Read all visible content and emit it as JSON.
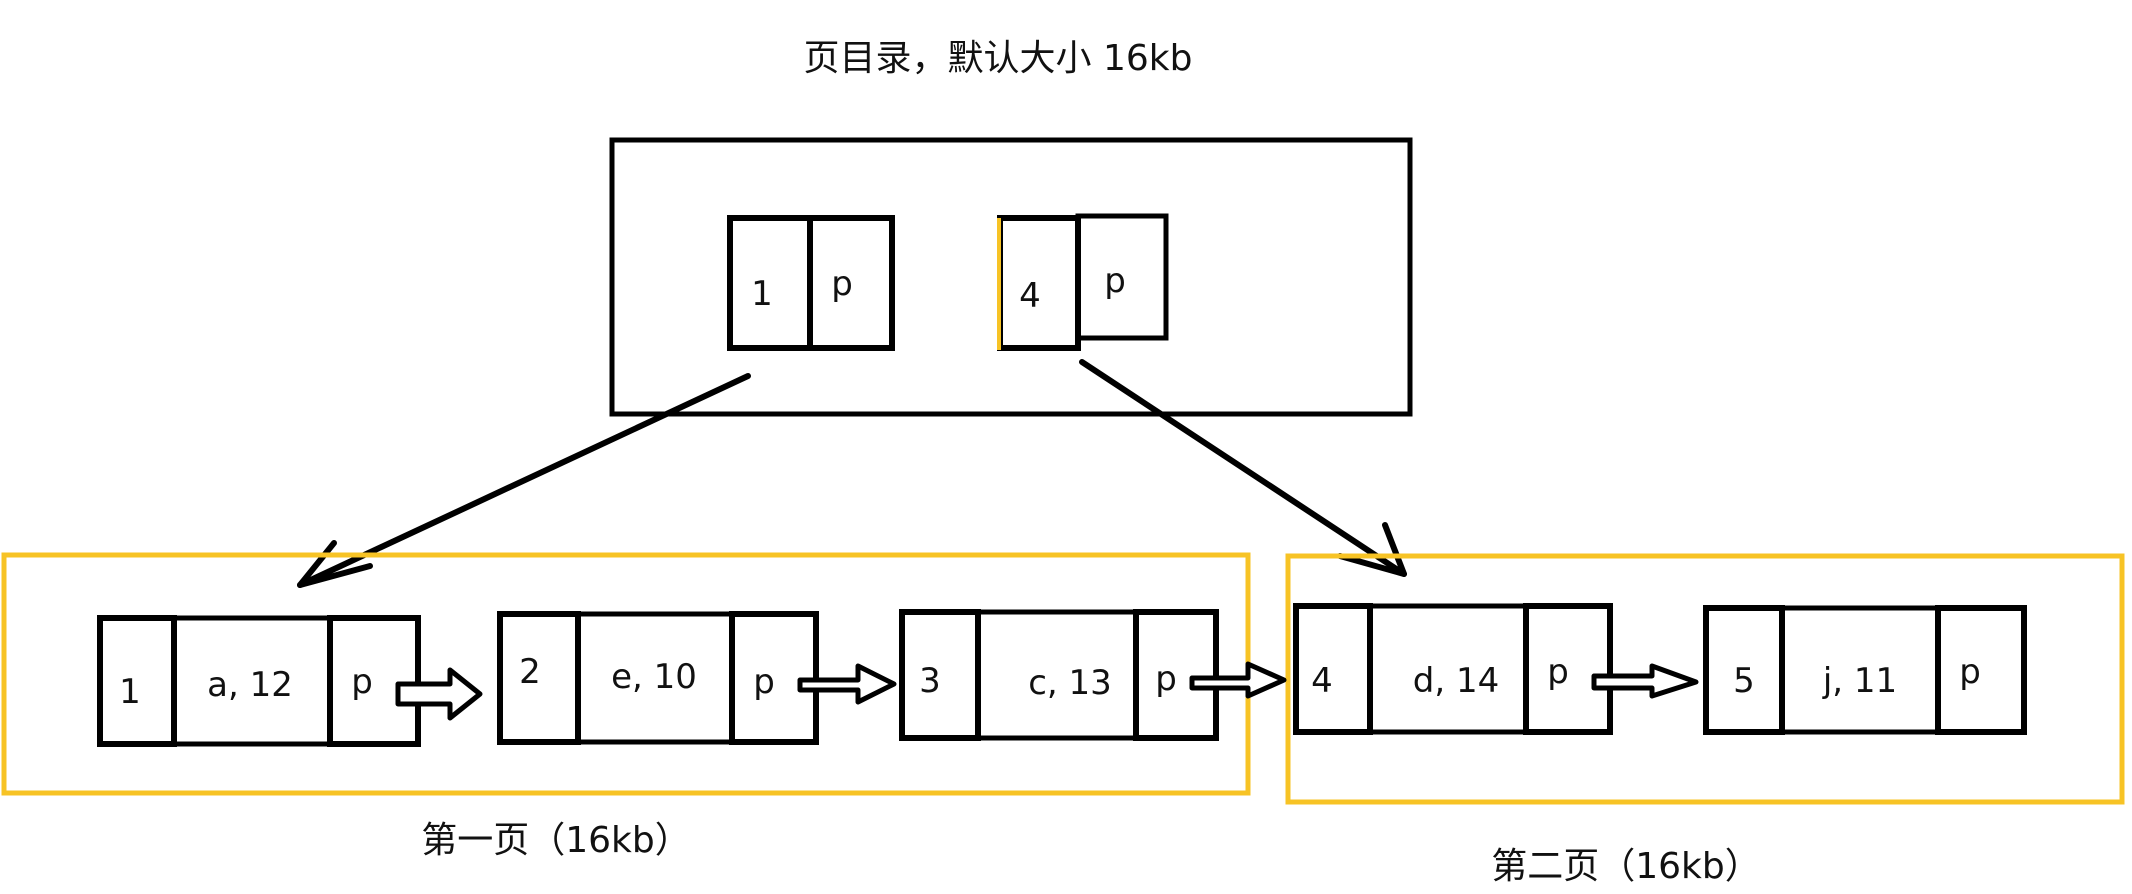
{
  "colors": {
    "ink": "#000000",
    "page_border": "#F7C325",
    "background": "#FFFFFF"
  },
  "directory": {
    "title": "页目录，默认大小 16kb",
    "entries": [
      {
        "key": "1",
        "ptr": "p"
      },
      {
        "key": "4",
        "ptr": "p"
      }
    ]
  },
  "pages": [
    {
      "caption": "第一页（16kb）",
      "records": [
        {
          "id": "1",
          "data": "a, 12",
          "ptr": "p"
        },
        {
          "id": "2",
          "data": "e, 10",
          "ptr": "p"
        },
        {
          "id": "3",
          "data": "c, 13",
          "ptr": "p"
        }
      ]
    },
    {
      "caption": "第二页（16kb）",
      "records": [
        {
          "id": "4",
          "data": "d, 14",
          "ptr": "p"
        },
        {
          "id": "5",
          "data": "j, 11",
          "ptr": "p"
        }
      ]
    }
  ]
}
